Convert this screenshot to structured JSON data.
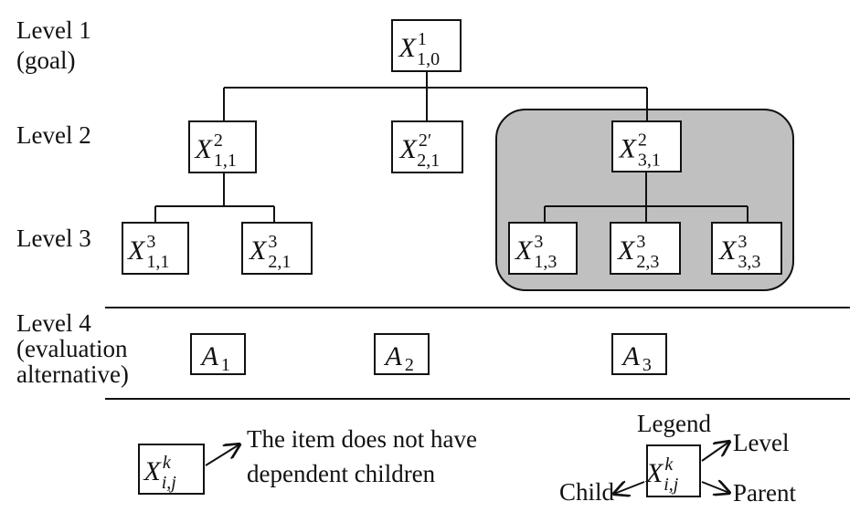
{
  "levels": [
    {
      "id": "level1",
      "lines": [
        "Level 1",
        "(goal)"
      ]
    },
    {
      "id": "level2",
      "lines": [
        "Level 2"
      ]
    },
    {
      "id": "level3",
      "lines": [
        "Level 3"
      ]
    },
    {
      "id": "level4",
      "lines": [
        "Level 4",
        "(evaluation",
        "alternative)"
      ]
    }
  ],
  "nodes": [
    {
      "id": "x-1-0",
      "base": "X",
      "sup": "1",
      "sub": "1,0"
    },
    {
      "id": "x-1-1-l2",
      "base": "X",
      "sup": "2",
      "sub": "1,1"
    },
    {
      "id": "x-2-1-l2",
      "base": "X",
      "sup": "2′",
      "sub": "2,1"
    },
    {
      "id": "x-3-1-l2",
      "base": "X",
      "sup": "2",
      "sub": "3,1"
    },
    {
      "id": "x-1-1-l3",
      "base": "X",
      "sup": "3",
      "sub": "1,1"
    },
    {
      "id": "x-2-1-l3",
      "base": "X",
      "sup": "3",
      "sub": "2,1"
    },
    {
      "id": "x-1-3-l3",
      "base": "X",
      "sup": "3",
      "sub": "1,3"
    },
    {
      "id": "x-2-3-l3",
      "base": "X",
      "sup": "3",
      "sub": "2,3"
    },
    {
      "id": "x-3-3-l3",
      "base": "X",
      "sup": "3",
      "sub": "3,3"
    }
  ],
  "alternatives": [
    {
      "id": "a1",
      "base": "A",
      "sub": "1"
    },
    {
      "id": "a2",
      "base": "A",
      "sub": "2"
    },
    {
      "id": "a3",
      "base": "A",
      "sub": "3"
    }
  ],
  "highlight_color": "#c0c0c0",
  "legend": {
    "no_children_node": {
      "base": "X",
      "sup": "k",
      "sub": "i,j"
    },
    "no_children_text": [
      "The item does not have",
      "dependent children"
    ],
    "title": "Legend",
    "node": {
      "base": "X",
      "sup": "k",
      "sub": "i,j"
    },
    "level_label": "Level",
    "child_label": "Child",
    "parent_label": "Parent"
  }
}
